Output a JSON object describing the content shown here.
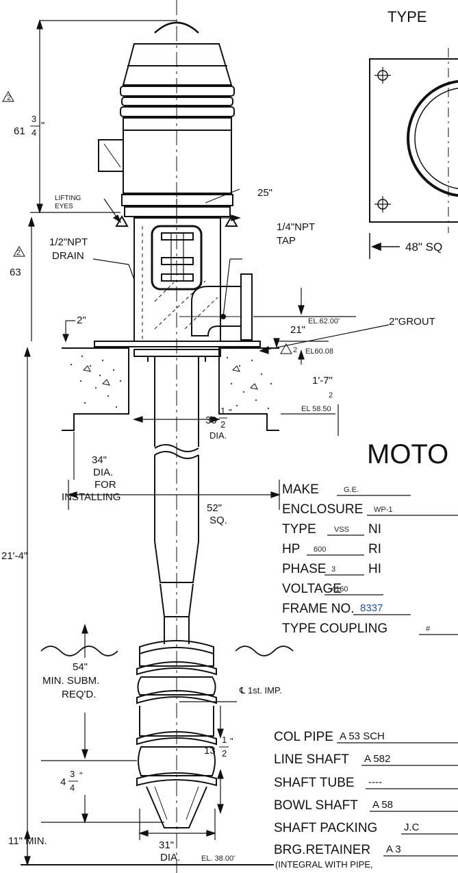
{
  "header": {
    "type_label": "TYPE"
  },
  "plan": {
    "width_label": "48\" SQ"
  },
  "dims": {
    "rev2_a": "2",
    "rev2_b": "2",
    "rev2_c": "2",
    "rev2_d": "2",
    "overall_motor_whole": "61",
    "overall_motor_num": "3",
    "overall_motor_den": "4",
    "lifting_eyes_1": "LIFTING",
    "lifting_eyes_2": "EYES",
    "drain_1": "1/2\"NPT",
    "drain_2": "DRAIN",
    "dim_25": "25\"",
    "tap_1": "1/4\"NPT",
    "tap_2": "TAP",
    "dim_63": "63",
    "dim_2in": "2\"",
    "el_62": "EL.62.00'",
    "grout": "2\"GROUT",
    "dim_21": "21\"",
    "el_6008": "EL60.08",
    "dim_1_7": "1'-7\"",
    "el_5850": "EL 58.50",
    "col_dia_whole": "30",
    "col_dia_num": "1",
    "col_dia_den": "2",
    "col_dia_unit": "\"",
    "col_dia_dia": "DIA.",
    "install_1": "34\"",
    "install_2": "DIA.",
    "install_3": "FOR",
    "install_4": "INSTALLING",
    "dim_52_1": "52\"",
    "dim_52_2": "SQ.",
    "dim_21_4": "21'-4\"",
    "subm_1": "54\"",
    "subm_2": "MIN. SUBM.",
    "subm_3": "REQ'D.",
    "first_imp": "℄ 1st. IMP.",
    "imp_whole": "13",
    "imp_num": "1",
    "imp_den": "2",
    "imp_unit": "\"",
    "bot_whole": "4",
    "bot_num": "3",
    "bot_den": "4",
    "bot_unit": "\"",
    "dia31_1": "31\"",
    "dia31_2": "DIA.",
    "min11": "11\" MIN.",
    "el_38": "EL. 38.00'"
  },
  "motor": {
    "title": "MOTO",
    "rows": [
      {
        "label": "MAKE",
        "value": "G.E.",
        "tail": ""
      },
      {
        "label": "ENCLOSURE",
        "value": "WP-1",
        "tail": ""
      },
      {
        "label": "TYPE",
        "value": "VSS",
        "tail": "NI"
      },
      {
        "label": "HP",
        "value": "600",
        "tail": "RI"
      },
      {
        "label": "PHASE",
        "value": "3",
        "tail": "HI"
      },
      {
        "label": "VOLTAGE",
        "value": "4160",
        "tail": ""
      },
      {
        "label": "FRAME NO.",
        "value": "8337",
        "tail": ""
      },
      {
        "label": "TYPE COUPLING",
        "value": "#",
        "tail": ""
      }
    ]
  },
  "materials": {
    "rows": [
      {
        "label": "COL PIPE",
        "value": "A 53 SCH"
      },
      {
        "label": "LINE SHAFT",
        "value": "A 582"
      },
      {
        "label": "SHAFT TUBE",
        "value": "----"
      },
      {
        "label": "BOWL SHAFT",
        "value": "A 58"
      },
      {
        "label": "SHAFT PACKING",
        "value": "J.C"
      },
      {
        "label": "BRG.RETAINER",
        "value": "A 3"
      }
    ],
    "note": "(INTEGRAL WITH PIPE,"
  }
}
